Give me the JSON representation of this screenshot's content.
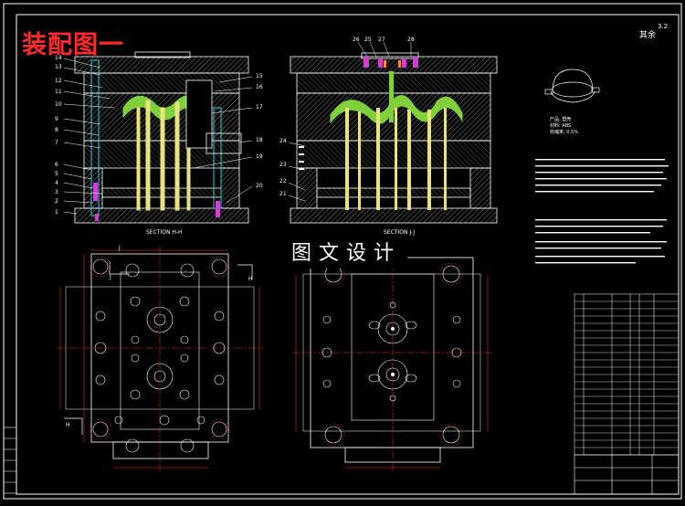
{
  "drawing": {
    "title": "装配图一",
    "watermark": "图文设计",
    "corner_note": "其余",
    "corner_roughness": "3.2",
    "product_info": [
      "产品: 塑壳",
      "材料: ABS",
      "收缩率: 0.5%"
    ],
    "section_labels": [
      "SECTION H-H",
      "SECTION J-J"
    ],
    "left_part_numbers": [
      "14",
      "13",
      "12",
      "11",
      "10",
      "9",
      "8",
      "7",
      "6",
      "5",
      "4",
      "3",
      "2",
      "1"
    ],
    "right_part_numbers_left_view": [
      "15",
      "16",
      "17",
      "18",
      "19",
      "20"
    ],
    "right_view_top_numbers": [
      "26",
      "25",
      "27",
      "28"
    ],
    "right_view_side_numbers": [
      "24",
      "23",
      "22",
      "21"
    ],
    "section_marks": [
      "H",
      "H",
      "J",
      "J"
    ],
    "colors": {
      "background": "#000000",
      "outline": "#ffffff",
      "hatch": "#c8c8c8",
      "part_core": "#7fd03a",
      "ejector_pin": "#e8e37a",
      "dimension": "#ff3030",
      "centerline": "#ff3030",
      "cyan": "#22d3e6",
      "magenta": "#d040d0",
      "table_line": "#ffffff",
      "title_red": "#ff2a2a"
    }
  }
}
